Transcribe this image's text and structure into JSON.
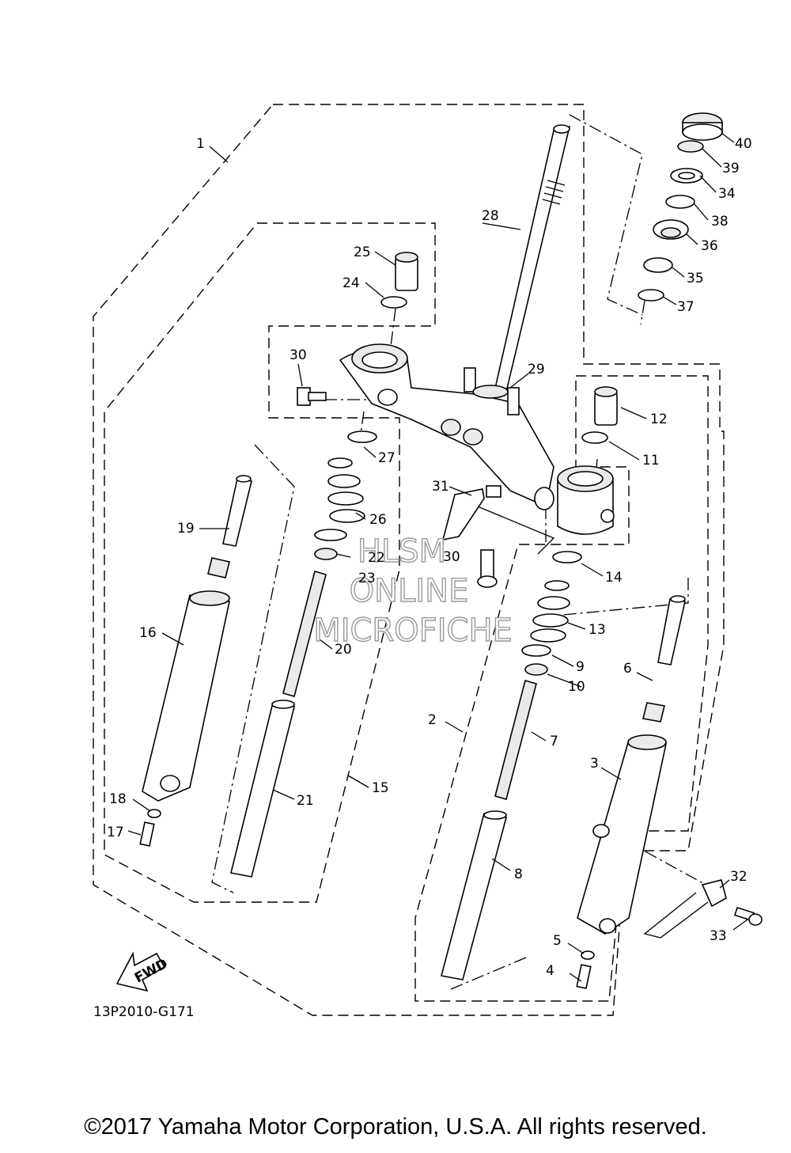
{
  "diagram": {
    "code": "13P2010-G171",
    "fwd_label": "FWD",
    "copyright": "©2017 Yamaha Motor Corporation, U.S.A. All rights reserved.",
    "watermark": [
      "HLSM",
      "ONLINE",
      "MICROFICHE"
    ],
    "callouts": {
      "c1": "1",
      "c2": "2",
      "c3": "3",
      "c4": "4",
      "c5": "5",
      "c6": "6",
      "c7": "7",
      "c8": "8",
      "c9": "9",
      "c10": "10",
      "c11": "11",
      "c12": "12",
      "c13": "13",
      "c14": "14",
      "c15": "15",
      "c16": "16",
      "c17": "17",
      "c18": "18",
      "c19": "19",
      "c20": "20",
      "c21": "21",
      "c22": "22",
      "c23": "23",
      "c24": "24",
      "c25": "25",
      "c26": "26",
      "c27": "27",
      "c28": "28",
      "c29": "29",
      "c30a": "30",
      "c30b": "30",
      "c31": "31",
      "c32": "32",
      "c33": "33",
      "c34": "34",
      "c35": "35",
      "c36": "36",
      "c37": "37",
      "c38": "38",
      "c39": "39",
      "c40": "40"
    }
  }
}
